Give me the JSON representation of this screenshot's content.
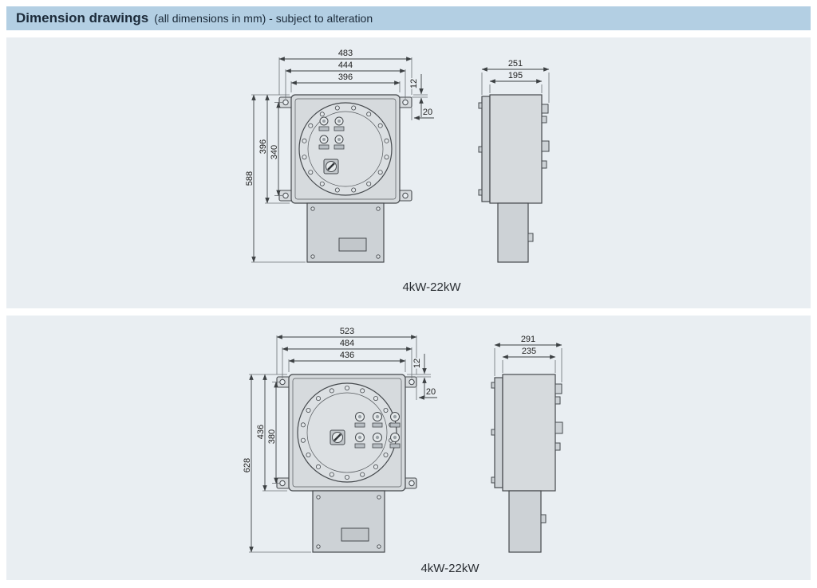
{
  "header": {
    "title": "Dimension drawings",
    "subtitle": "(all dimensions in mm) - subject to alteration"
  },
  "panels": [
    {
      "label": "4kW-22kW",
      "front": {
        "width_overall": "483",
        "width_mounting_holes": "444",
        "width_body": "396",
        "flange_offset": "12",
        "hole_offset": "20",
        "height_overall": "588",
        "height_body": "396",
        "height_mounting_holes": "340"
      },
      "side": {
        "depth_overall": "251",
        "depth_body": "195"
      }
    },
    {
      "label": "4kW-22kW",
      "front": {
        "width_overall": "523",
        "width_mounting_holes": "484",
        "width_body": "436",
        "flange_offset": "12",
        "hole_offset": "20",
        "height_overall": "628",
        "height_body": "436",
        "height_mounting_holes": "380"
      },
      "side": {
        "depth_overall": "291",
        "depth_body": "235"
      }
    }
  ],
  "colors": {
    "header_bg": "#b3cfe3",
    "panel_bg": "#e9eef2",
    "line": "#45494d"
  }
}
